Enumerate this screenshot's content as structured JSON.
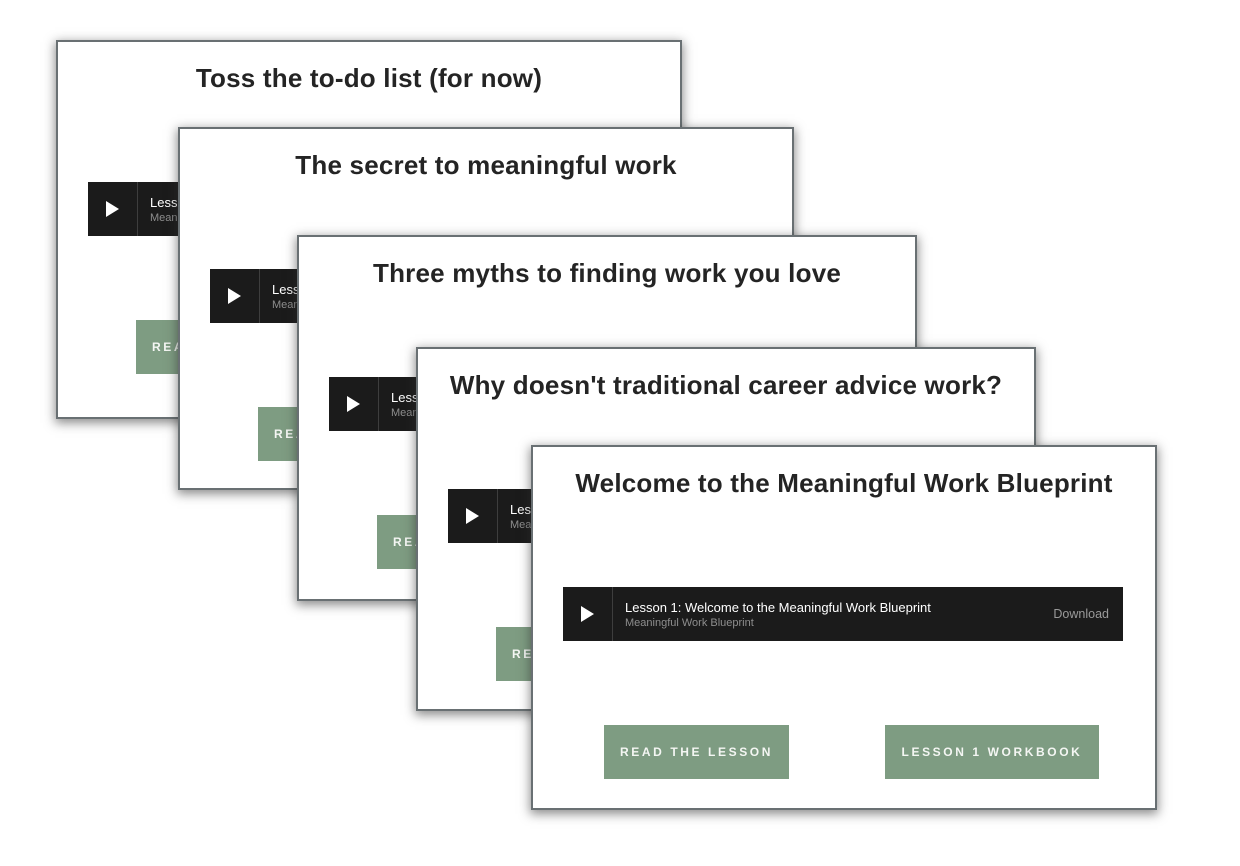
{
  "colors": {
    "card_background": "#ffffff",
    "card_border": "#697073",
    "title_text": "#242424",
    "player_background": "#1b1b1b",
    "player_divider": "#3e3e3e",
    "player_title_text": "#ffffff",
    "player_subtitle_text": "#8e8e8e",
    "download_text": "#9a9a9a",
    "button_background": "#7e9c82",
    "button_text": "#f4f6f3"
  },
  "cards": [
    {
      "title": "Toss the to-do list (for now)",
      "player": {
        "title": "Less",
        "subtitle": "Mean"
      },
      "read_button": "READ THE LESSON"
    },
    {
      "title": "The secret to meaningful work",
      "player": {
        "title": "Lesso",
        "subtitle": "Meani"
      },
      "read_button": "READ THE LESSON"
    },
    {
      "title": "Three myths to finding work you love",
      "player": {
        "title": "Less",
        "subtitle": "Mean"
      },
      "read_button": "READ THE LESSON"
    },
    {
      "title": "Why doesn't traditional career advice work?",
      "player": {
        "title": "Les",
        "subtitle": "Mea"
      },
      "read_button": "READ THE LESSON"
    },
    {
      "title": "Welcome to the Meaningful Work Blueprint",
      "player": {
        "title": "Lesson 1: Welcome to the Meaningful Work Blueprint",
        "subtitle": "Meaningful Work Blueprint",
        "download": "Download"
      },
      "read_button": "READ THE LESSON",
      "workbook_button": "LESSON 1 WORKBOOK"
    }
  ]
}
